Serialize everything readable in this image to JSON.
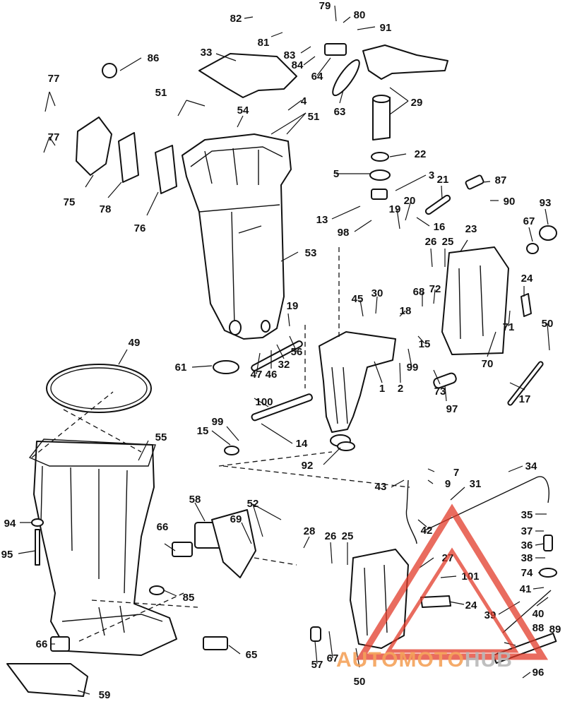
{
  "diagram": {
    "callouts": [
      "1",
      "2",
      "3",
      "4",
      "5",
      "7",
      "9",
      "13",
      "14",
      "15",
      "15",
      "16",
      "17",
      "18",
      "19",
      "19",
      "20",
      "21",
      "22",
      "23",
      "24",
      "24",
      "25",
      "25",
      "26",
      "26",
      "27",
      "28",
      "29",
      "30",
      "31",
      "32",
      "33",
      "34",
      "35",
      "36",
      "37",
      "38",
      "39",
      "40",
      "41",
      "42",
      "43",
      "45",
      "46",
      "47",
      "49",
      "50",
      "50",
      "51",
      "51",
      "52",
      "53",
      "54",
      "55",
      "56",
      "57",
      "58",
      "59",
      "61",
      "63",
      "64",
      "65",
      "66",
      "66",
      "67",
      "67",
      "68",
      "69",
      "70",
      "71",
      "72",
      "73",
      "74",
      "75",
      "76",
      "77",
      "77",
      "78",
      "79",
      "80",
      "81",
      "82",
      "83",
      "84",
      "85",
      "86",
      "87",
      "88",
      "89",
      "90",
      "91",
      "92",
      "93",
      "94",
      "95",
      "96",
      "97",
      "98",
      "99",
      "99",
      "100",
      "101"
    ]
  },
  "watermark": {
    "text_part1": "AUTOMOTO",
    "text_part2": "HUB",
    "color_red": "#e23b2a",
    "color_orange": "#f5a25a",
    "color_gray": "#b9b9b9"
  }
}
